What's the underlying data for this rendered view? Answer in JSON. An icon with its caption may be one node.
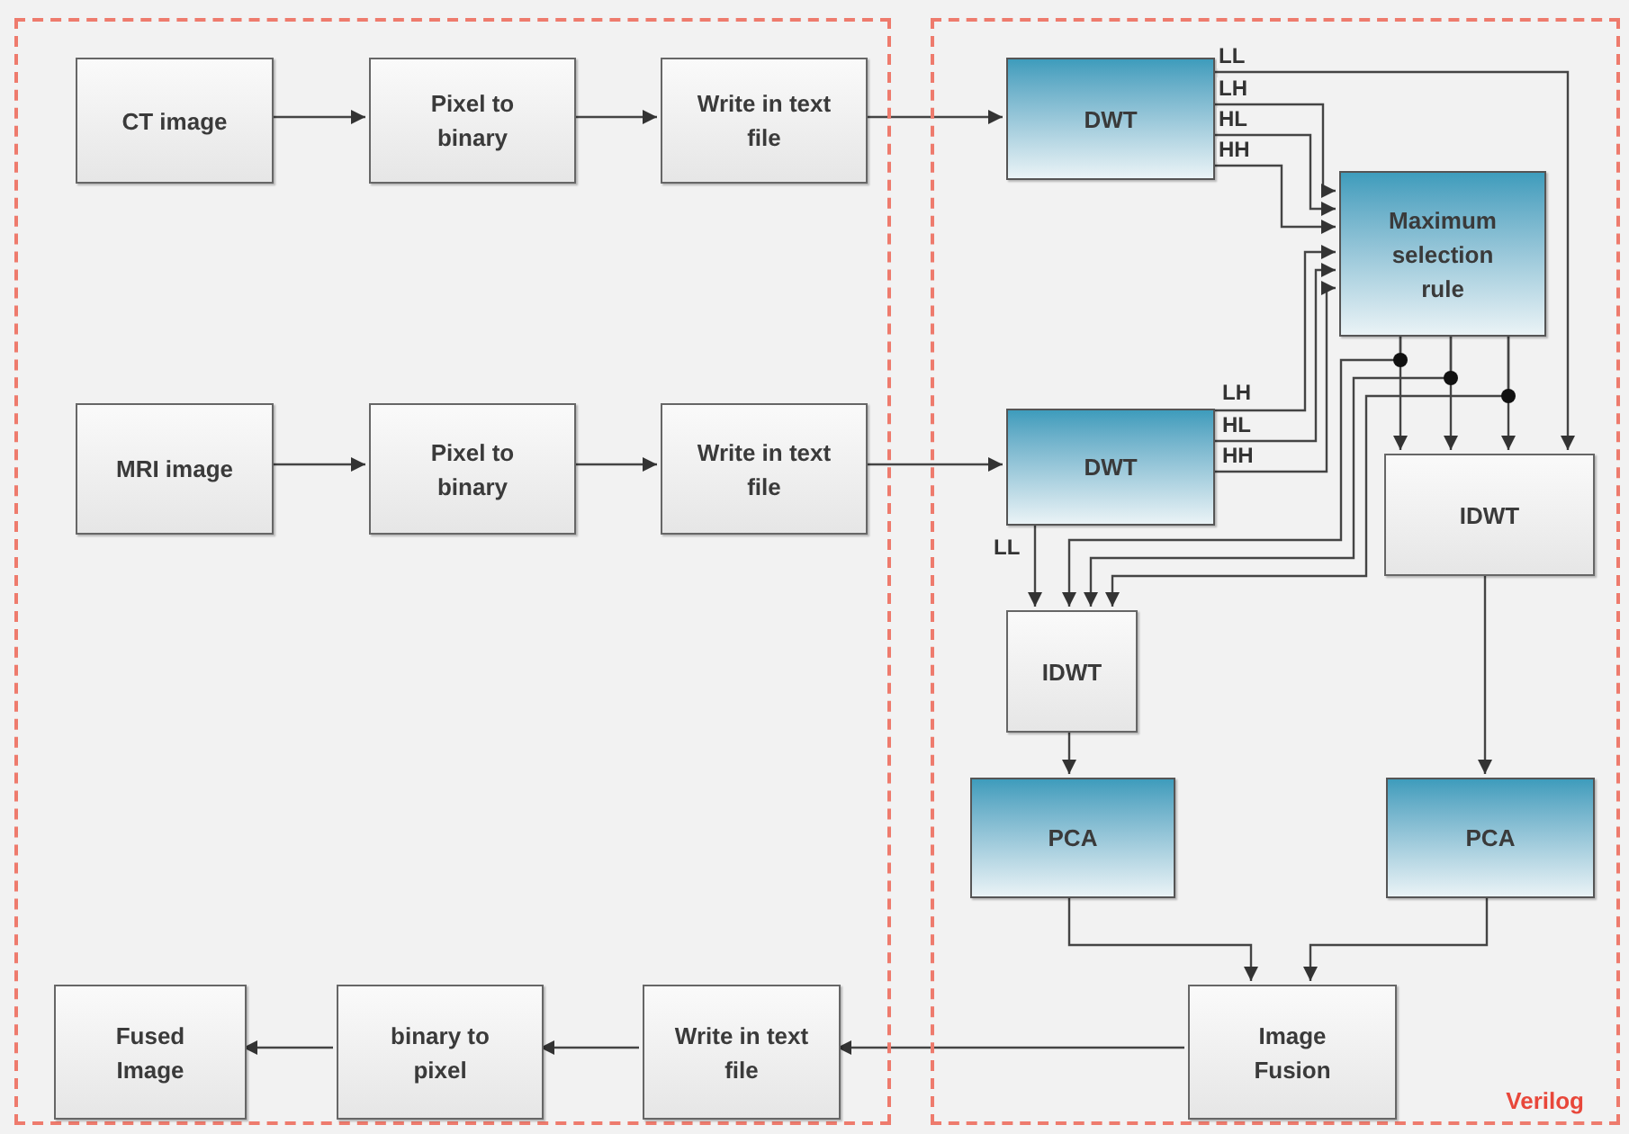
{
  "diagram": {
    "nodes": [
      {
        "text": [],
        "shape": "box"
      },
      {
        "text": [
          "Verilog"
        ]
      },
      {
        "text": [
          "CT image"
        ],
        "in": 0
      },
      {
        "text": [
          "Pixel to binary"
        ],
        "in": 0
      },
      {
        "text": [
          "Write in text file"
        ],
        "in": 0
      },
      {
        "text": [
          "MRI image"
        ],
        "in": 0
      },
      {
        "text": [
          "Pixel to binary"
        ],
        "in": 0
      },
      {
        "text": [
          "Write in text file"
        ],
        "in": 0
      },
      {
        "text": [
          "Fused Image"
        ],
        "in": 0
      },
      {
        "text": [
          "binary to pixel"
        ],
        "in": 0
      },
      {
        "text": [
          "Write in text file"
        ],
        "in": 0
      },
      {
        "text": [
          "DWT"
        ],
        "in": 1
      },
      {
        "text": [
          "Maximum selection rule"
        ],
        "in": 1
      },
      {
        "text": [
          "DWT"
        ],
        "in": 1
      },
      {
        "text": [
          "IDWT"
        ],
        "in": 1
      },
      {
        "text": [
          "IDWT"
        ],
        "in": 1
      },
      {
        "text": [
          "PCA"
        ],
        "in": 1
      },
      {
        "text": [
          "PCA"
        ],
        "in": 1
      },
      {
        "text": [
          "Image Fusion"
        ],
        "in": 1
      }
    ],
    "edges": [
      {
        "from": 2,
        "to": 3,
        "arrow": "to"
      },
      {
        "from": 3,
        "to": 4,
        "arrow": "to"
      },
      {
        "from": 4,
        "to": 11,
        "arrow": "to"
      },
      {
        "from": 5,
        "to": 6,
        "arrow": "to"
      },
      {
        "from": 6,
        "to": 7,
        "arrow": "to"
      },
      {
        "from": 7,
        "to": 13,
        "arrow": "to"
      },
      {
        "from": 11,
        "to": 14,
        "arrow": "to",
        "label": "LL"
      },
      {
        "from": 11,
        "to": 12,
        "arrow": "to",
        "label": "LH"
      },
      {
        "from": 11,
        "to": 12,
        "arrow": "to",
        "label": "HL"
      },
      {
        "from": 11,
        "to": 12,
        "arrow": "to",
        "label": "HH"
      },
      {
        "from": 13,
        "to": 12,
        "arrow": "to",
        "label": "LH"
      },
      {
        "from": 13,
        "to": 12,
        "arrow": "to",
        "label": "HL"
      },
      {
        "from": 13,
        "to": 12,
        "arrow": "to",
        "label": "HH"
      },
      {
        "from": 13,
        "to": 15,
        "arrow": "to",
        "label": "LL"
      },
      {
        "from": 12,
        "to": 14,
        "arrow": "to"
      },
      {
        "from": 12,
        "to": 14,
        "arrow": "to"
      },
      {
        "from": 12,
        "to": 14,
        "arrow": "to"
      },
      {
        "from": 12,
        "to": 15,
        "arrow": "to"
      },
      {
        "from": 12,
        "to": 15,
        "arrow": "to"
      },
      {
        "from": 12,
        "to": 15,
        "arrow": "to"
      },
      {
        "from": 15,
        "to": 16,
        "arrow": "to"
      },
      {
        "from": 14,
        "to": 17,
        "arrow": "to"
      },
      {
        "from": 16,
        "to": 18,
        "arrow": "to"
      },
      {
        "from": 17,
        "to": 18,
        "arrow": "to"
      },
      {
        "from": 18,
        "to": 10,
        "arrow": "to"
      },
      {
        "from": 10,
        "to": 9,
        "arrow": "to"
      },
      {
        "from": 9,
        "to": 8,
        "arrow": "to"
      }
    ]
  }
}
